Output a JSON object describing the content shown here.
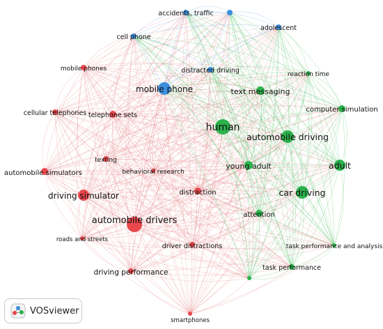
{
  "colors": {
    "cluster_red": "#e8474c",
    "cluster_green": "#2bb24c",
    "cluster_blue": "#3b8fdd",
    "edge_red": "#e88a8c",
    "edge_green": "#55c26a",
    "edge_blue": "#6aa9e8"
  },
  "clusters": [
    {
      "color": "red",
      "nodes": [
        {
          "id": "automobile-drivers",
          "label": "automobile drivers"
        },
        {
          "id": "driving-simulator",
          "label": "driving simulator"
        },
        {
          "id": "distraction",
          "label": "distraction"
        },
        {
          "id": "driving-performance",
          "label": "driving performance"
        },
        {
          "id": "driver-distractions",
          "label": "driver distractions"
        },
        {
          "id": "roads-and-streets",
          "label": "roads and streets"
        },
        {
          "id": "automobile-simulators",
          "label": "automobile simulators"
        },
        {
          "id": "texting",
          "label": "texting"
        },
        {
          "id": "behavioral-research",
          "label": "behavioral research"
        },
        {
          "id": "telephone-sets",
          "label": "telephone sets"
        },
        {
          "id": "cellular-telephones",
          "label": "cellular telephones"
        },
        {
          "id": "mobile-phones",
          "label": "mobile phones"
        },
        {
          "id": "smartphones",
          "label": "smartphones"
        }
      ]
    },
    {
      "color": "green",
      "nodes": [
        {
          "id": "human",
          "label": "human"
        },
        {
          "id": "automobile-driving",
          "label": "automobile driving"
        },
        {
          "id": "car-driving",
          "label": "car driving"
        },
        {
          "id": "adult",
          "label": "adult"
        },
        {
          "id": "young-adult",
          "label": "young adult"
        },
        {
          "id": "text-messaging",
          "label": "text messaging"
        },
        {
          "id": "attention",
          "label": "attention"
        },
        {
          "id": "computer-simulation",
          "label": "computer simulation"
        },
        {
          "id": "reaction-time",
          "label": "reaction time"
        },
        {
          "id": "task-performance-and-analysis",
          "label": "task performance and analysis"
        },
        {
          "id": "task-performance",
          "label": "task performance"
        },
        {
          "id": "green-unlabeled",
          "label": ""
        }
      ]
    },
    {
      "color": "blue",
      "nodes": [
        {
          "id": "mobile-phone",
          "label": "mobile phone"
        },
        {
          "id": "distracted-driving",
          "label": "distracted driving"
        },
        {
          "id": "cell-phone",
          "label": "cell phone"
        },
        {
          "id": "accidents-traffic",
          "label": "accidents, traffic"
        },
        {
          "id": "adolescent",
          "label": "adolescent"
        },
        {
          "id": "blue-unlabeled",
          "label": ""
        }
      ]
    }
  ],
  "branding": {
    "name": "VOSviewer",
    "logo_icon": "vosviewer-logo-icon"
  }
}
